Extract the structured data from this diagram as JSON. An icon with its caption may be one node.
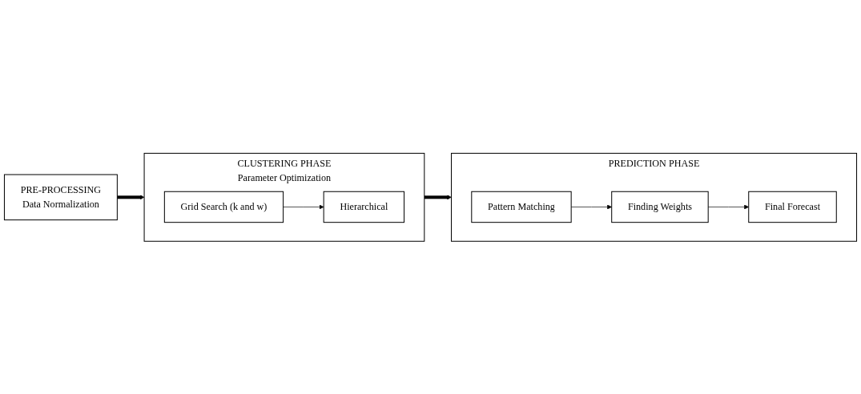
{
  "diagram": {
    "nodes": [
      {
        "text": [
          "PRE-PROCESSING",
          "Data Normalization"
        ]
      },
      {
        "text": [
          "CLUSTERING PHASE",
          "Parameter Optimization"
        ]
      },
      {
        "text": [
          "Grid Search (k and w)"
        ],
        "in": 1
      },
      {
        "text": [
          "Hierarchical"
        ],
        "in": 1
      },
      {
        "text": [
          "PREDICTION PHASE"
        ]
      },
      {
        "text": [
          "Pattern Matching"
        ],
        "in": 4
      },
      {
        "text": [
          "Finding Weights"
        ],
        "in": 4
      },
      {
        "text": [
          "Final Forecast"
        ],
        "in": 4
      }
    ],
    "edges": [
      {
        "from": 0,
        "to": 1,
        "arrow": "to",
        "style": "thick"
      },
      {
        "from": 2,
        "to": 3,
        "arrow": "to"
      },
      {
        "from": 1,
        "to": 4,
        "arrow": "to",
        "style": "thick"
      },
      {
        "from": 5,
        "to": 6,
        "arrow": "to"
      },
      {
        "from": 6,
        "to": 7,
        "arrow": "to"
      }
    ]
  }
}
